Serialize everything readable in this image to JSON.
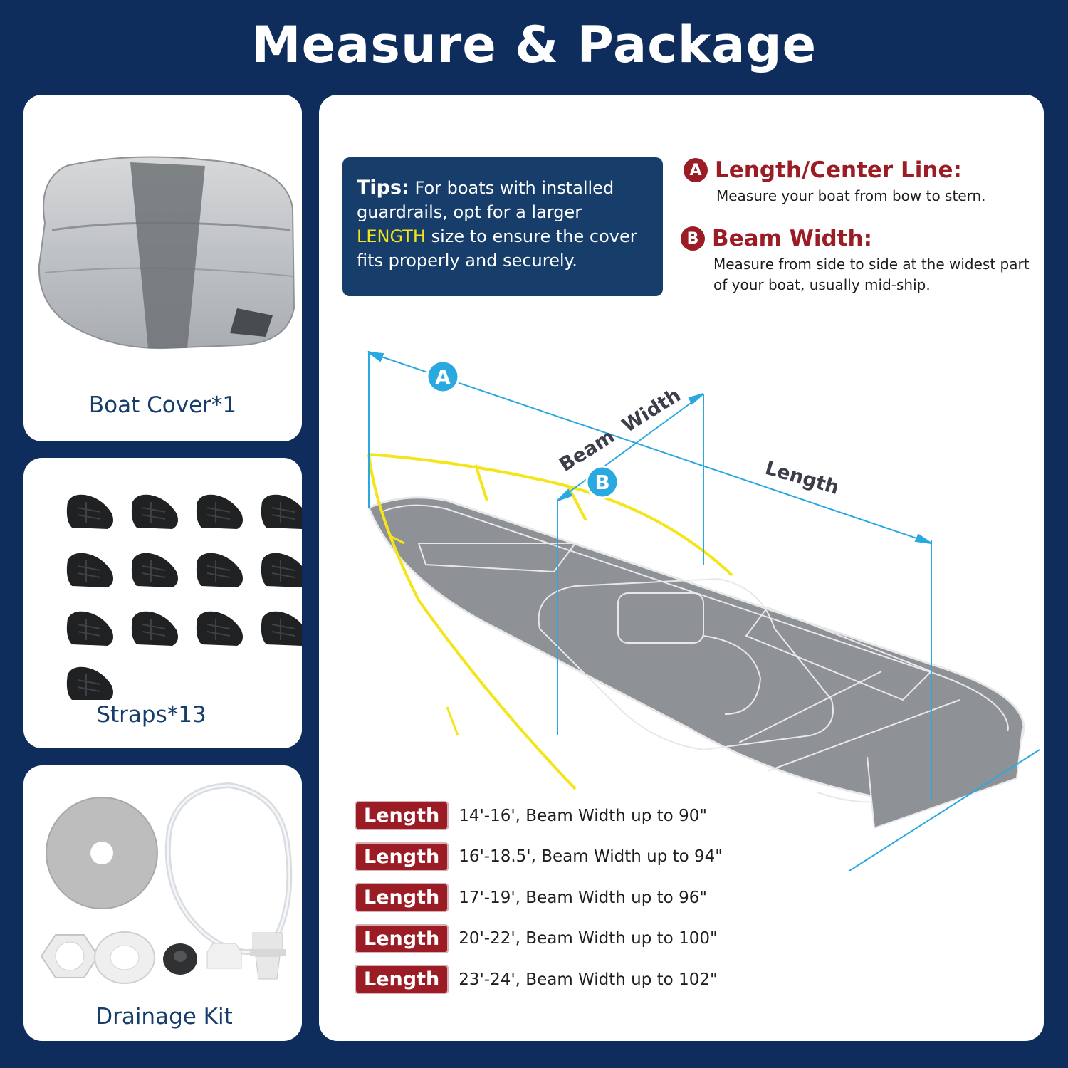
{
  "title": "Measure & Package",
  "package": {
    "cover_label": "Boat Cover*1",
    "straps_label": "Straps*13",
    "drain_label": "Drainage Kit"
  },
  "tips": {
    "lead": "Tips:",
    "text_before": " For boats with installed guardrails, opt for a larger ",
    "highlight": "LENGTH",
    "text_after": " size to ensure the cover fits properly and securely."
  },
  "dimensions": [
    {
      "badge": "A",
      "title": "Length/Center Line:",
      "desc": "Measure your boat from bow to stern."
    },
    {
      "badge": "B",
      "title": "Beam Width:",
      "desc": "Measure from side to side at the widest part of your boat, usually mid-ship."
    }
  ],
  "diagram": {
    "badge_a": "A",
    "badge_b": "B",
    "beam_label": "Beam  Width",
    "length_label": "Length"
  },
  "sizes": [
    {
      "tag": "Length",
      "text": "14'-16', Beam Width up to 90\""
    },
    {
      "tag": "Length",
      "text": "16'-18.5', Beam Width up to 94\""
    },
    {
      "tag": "Length",
      "text": "17'-19', Beam Width up to 96\""
    },
    {
      "tag": "Length",
      "text": "20'-22', Beam Width up to 100\""
    },
    {
      "tag": "Length",
      "text": "23'-24', Beam Width up to 102\""
    }
  ],
  "colors": {
    "background": "#0e2d5c",
    "accent_red": "#9b1c24",
    "guardrail_yellow": "#f4e51a",
    "measure_blue": "#29a9df"
  }
}
